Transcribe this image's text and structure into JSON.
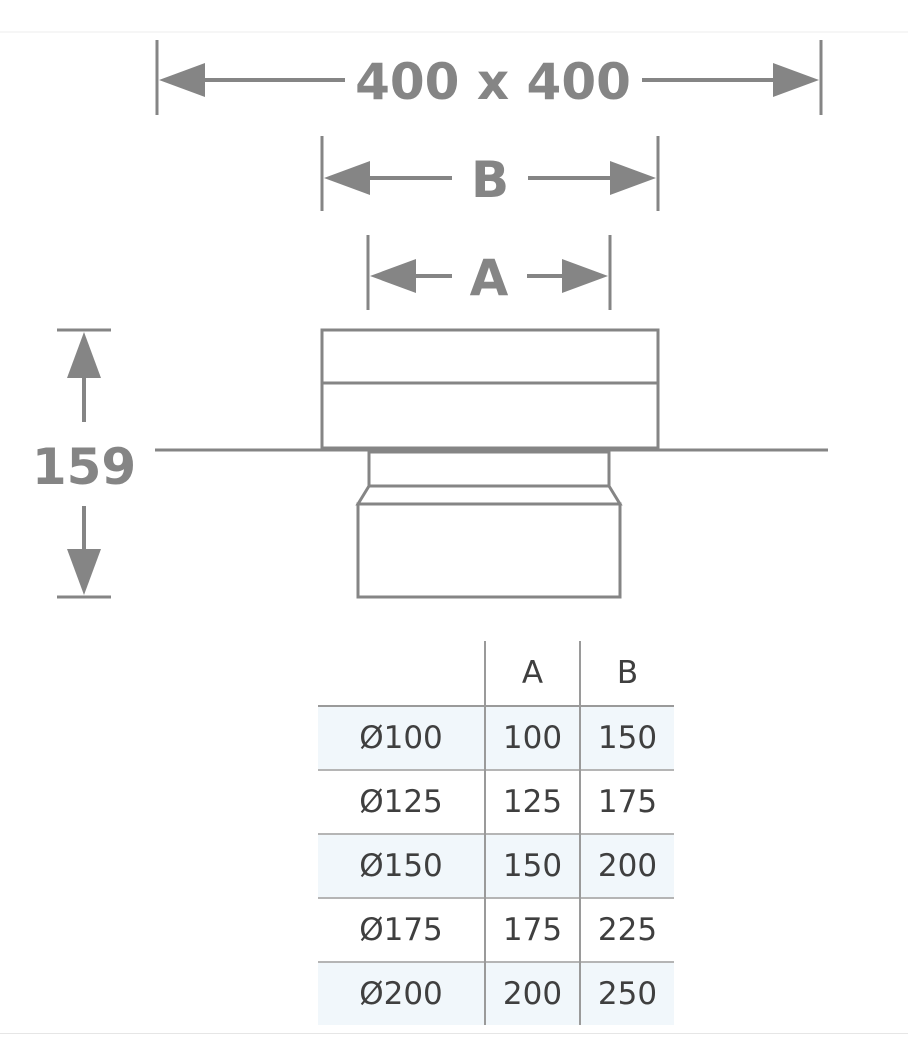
{
  "dimensions": {
    "overall": "400 x 400",
    "b_label": "B",
    "a_label": "A",
    "height": "159"
  },
  "table": {
    "headers": [
      "",
      "A",
      "B"
    ],
    "rows": [
      [
        "Ø100",
        "100",
        "150"
      ],
      [
        "Ø125",
        "125",
        "175"
      ],
      [
        "Ø150",
        "150",
        "200"
      ],
      [
        "Ø175",
        "175",
        "225"
      ],
      [
        "Ø200",
        "200",
        "250"
      ]
    ]
  },
  "colors": {
    "line": "#858585",
    "table_text": "#3f3f3f",
    "row_tint": "#f1f7fb"
  }
}
